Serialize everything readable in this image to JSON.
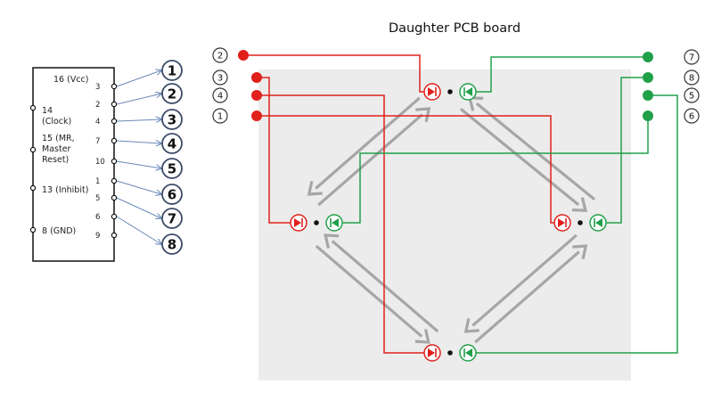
{
  "title": "Daughter PCB board",
  "colors": {
    "anode": "#e0201b",
    "cathode": "#21a04a",
    "board": "#ececec",
    "arrow": "#a6a6a6",
    "thin_arrow": "#6b8ab8"
  },
  "chip": {
    "left_labels": [
      {
        "lines": [
          "14",
          "(Clock)"
        ]
      },
      {
        "lines": [
          "15 (MR,",
          "Master",
          "Reset)"
        ]
      },
      {
        "lines": [
          "13 (Inhibit)"
        ]
      },
      {
        "lines": [
          "8 (GND)"
        ]
      }
    ],
    "top_label": "16 (Vcc)",
    "right_pins": [
      "3",
      "2",
      "4",
      "7",
      "10",
      "1",
      "5",
      "6",
      "9"
    ]
  },
  "outputs": [
    "1",
    "2",
    "3",
    "4",
    "5",
    "6",
    "7",
    "8"
  ],
  "board_left_labels": [
    "2",
    "3",
    "4",
    "1"
  ],
  "board_right_labels": [
    "7",
    "8",
    "5",
    "6"
  ]
}
